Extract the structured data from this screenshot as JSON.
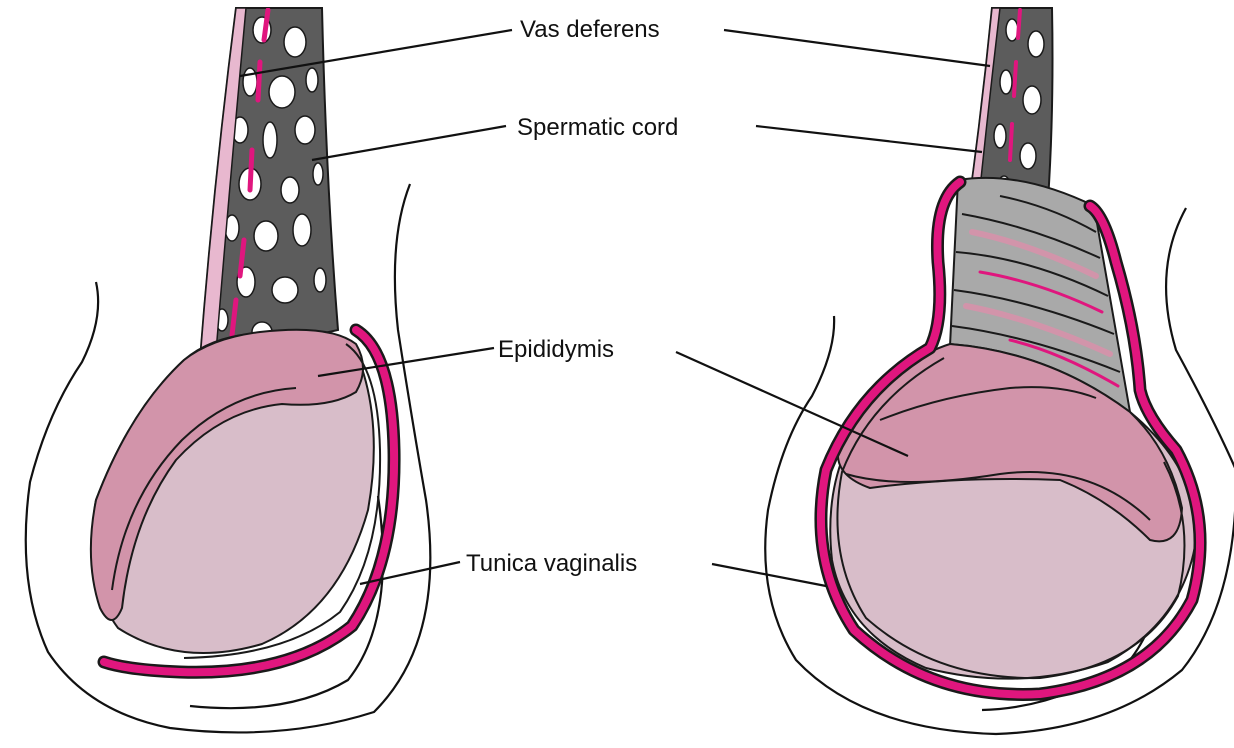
{
  "labels": {
    "vas_deferens": "Vas deferens",
    "spermatic_cord": "Spermatic cord",
    "epididymis": "Epididymis",
    "tunica_vaginalis": "Tunica vaginalis"
  },
  "colors": {
    "testis_fill": "#d8bdc9",
    "epididymis_fill": "#d294aa",
    "tunica_magenta": "#e0167e",
    "cord_gray": "#5c5c5c",
    "cord_light_gray": "#a9a9a9",
    "vas_pink": "#e8b8cf",
    "outline": "#1a1a1a"
  }
}
